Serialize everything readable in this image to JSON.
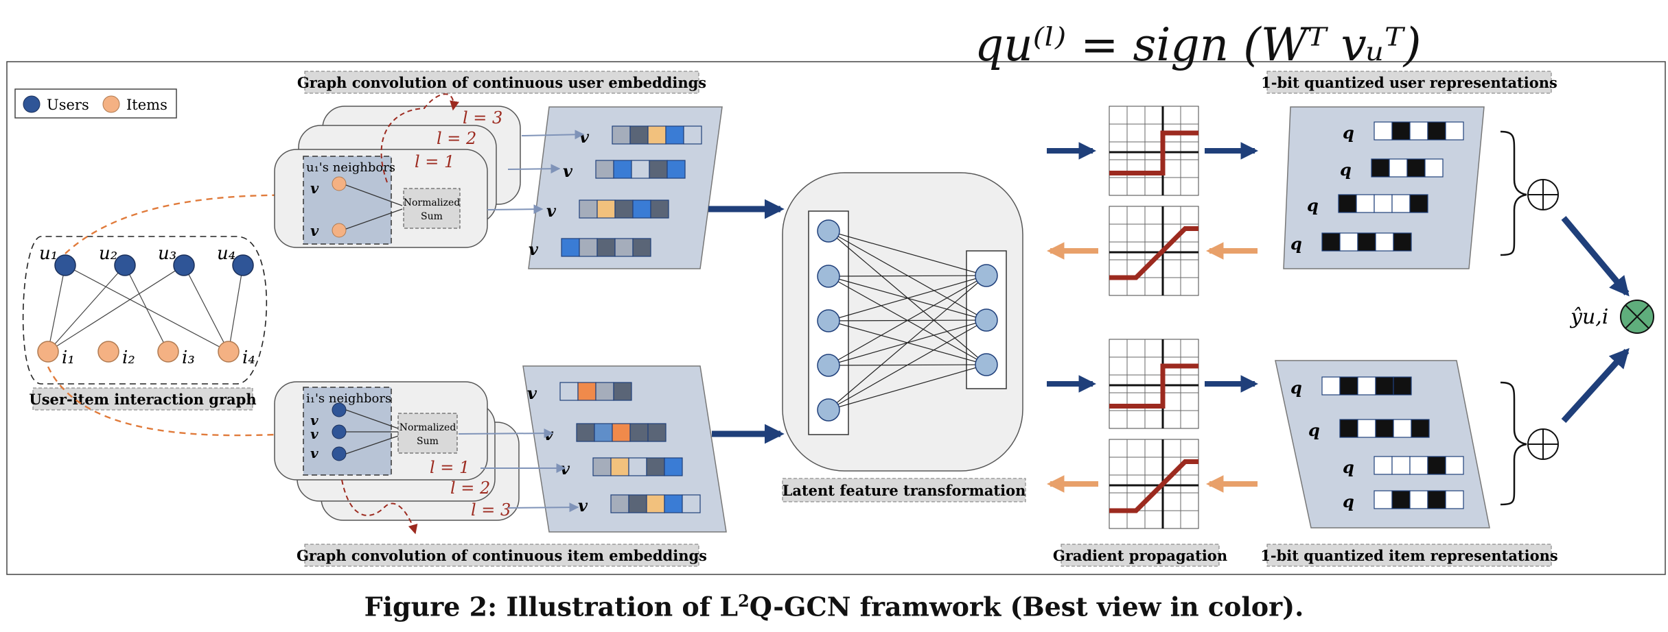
{
  "legend": {
    "users": "Users",
    "items": "Items"
  },
  "labels": {
    "interaction_graph": "User-item interaction graph",
    "user_gcn": "Graph convolution of continuous user embeddings",
    "item_gcn": "Graph convolution of continuous item embeddings",
    "latent": "Latent feature transformation",
    "gradient": "Gradient propagation",
    "user_quant": "1-bit quantized user representations",
    "item_quant": "1-bit quantized item representations"
  },
  "neighbors": {
    "user": "u₁'s neighbors",
    "item": "i₁'s neighbors",
    "normalized": "Normalized",
    "sum": "Sum"
  },
  "layers": [
    "l = 1",
    "l = 2",
    "l = 3"
  ],
  "nodes": {
    "users": [
      "u₁",
      "u₂",
      "u₃",
      "u₄"
    ],
    "items": [
      "i₁",
      "i₂",
      "i₃",
      "i₄"
    ]
  },
  "handwriting": "qu⁽ˡ⁾ = sign (Wᵀ vᵤᵀ)",
  "prediction": "ŷu,i",
  "caption": {
    "prefix": "Figure 2: Illustration of L",
    "sup": "2",
    "suffix": "Q-GCN framwork (Best view in color)."
  },
  "colors": {
    "user_node": "#2f5597",
    "item_node": "#f4b183",
    "arrow_dark": "#1f3f7a",
    "arrow_orange": "#e8a06a",
    "step_red": "#9c2a1f",
    "panel": "#c9d2e0",
    "layer_text": "#9c2a1f"
  }
}
